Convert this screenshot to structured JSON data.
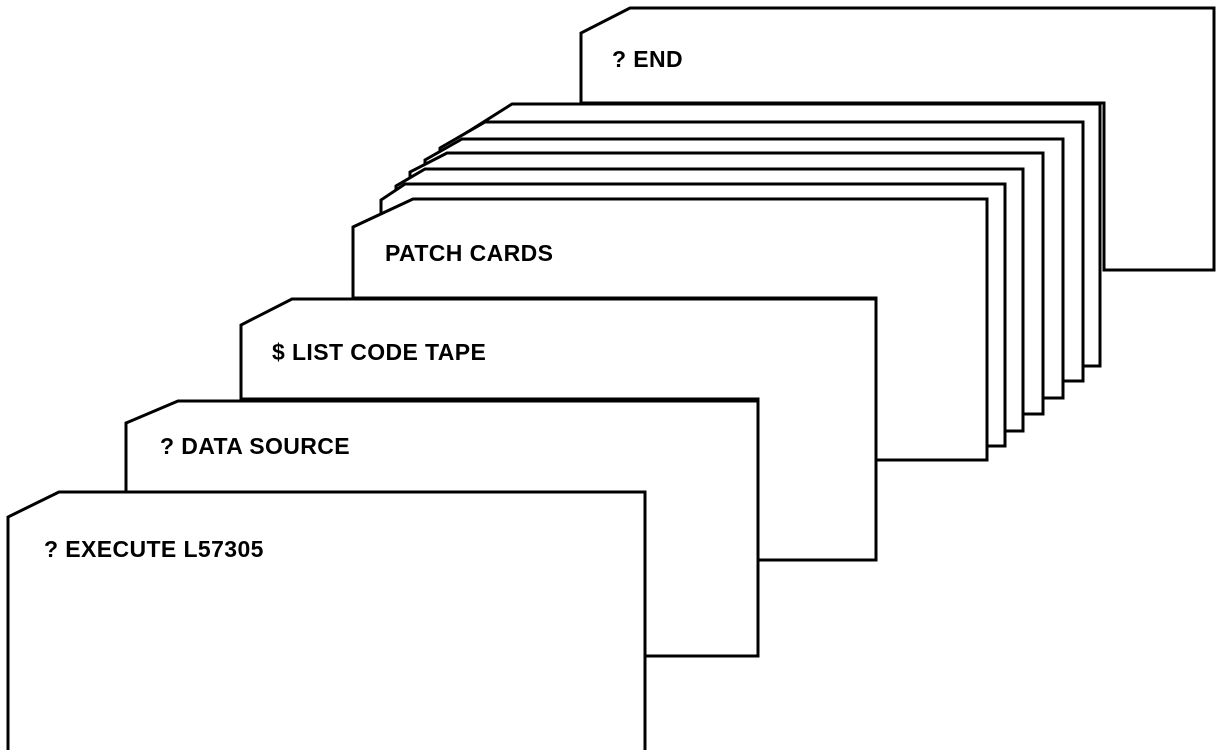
{
  "figure": {
    "cards": [
      {
        "id": "end",
        "label": "? END"
      },
      {
        "id": "patch-card-extra-6",
        "label": ""
      },
      {
        "id": "patch-card-extra-5",
        "label": ""
      },
      {
        "id": "patch-card-extra-4",
        "label": ""
      },
      {
        "id": "patch-card-extra-3",
        "label": ""
      },
      {
        "id": "patch-card-extra-2",
        "label": ""
      },
      {
        "id": "patch-card-extra-1",
        "label": ""
      },
      {
        "id": "patch-cards",
        "label": "PATCH CARDS"
      },
      {
        "id": "list-code-tape",
        "label": "$ LIST CODE TAPE"
      },
      {
        "id": "data-source",
        "label": "? DATA  SOURCE"
      },
      {
        "id": "execute",
        "label": "? EXECUTE L57305"
      }
    ]
  }
}
